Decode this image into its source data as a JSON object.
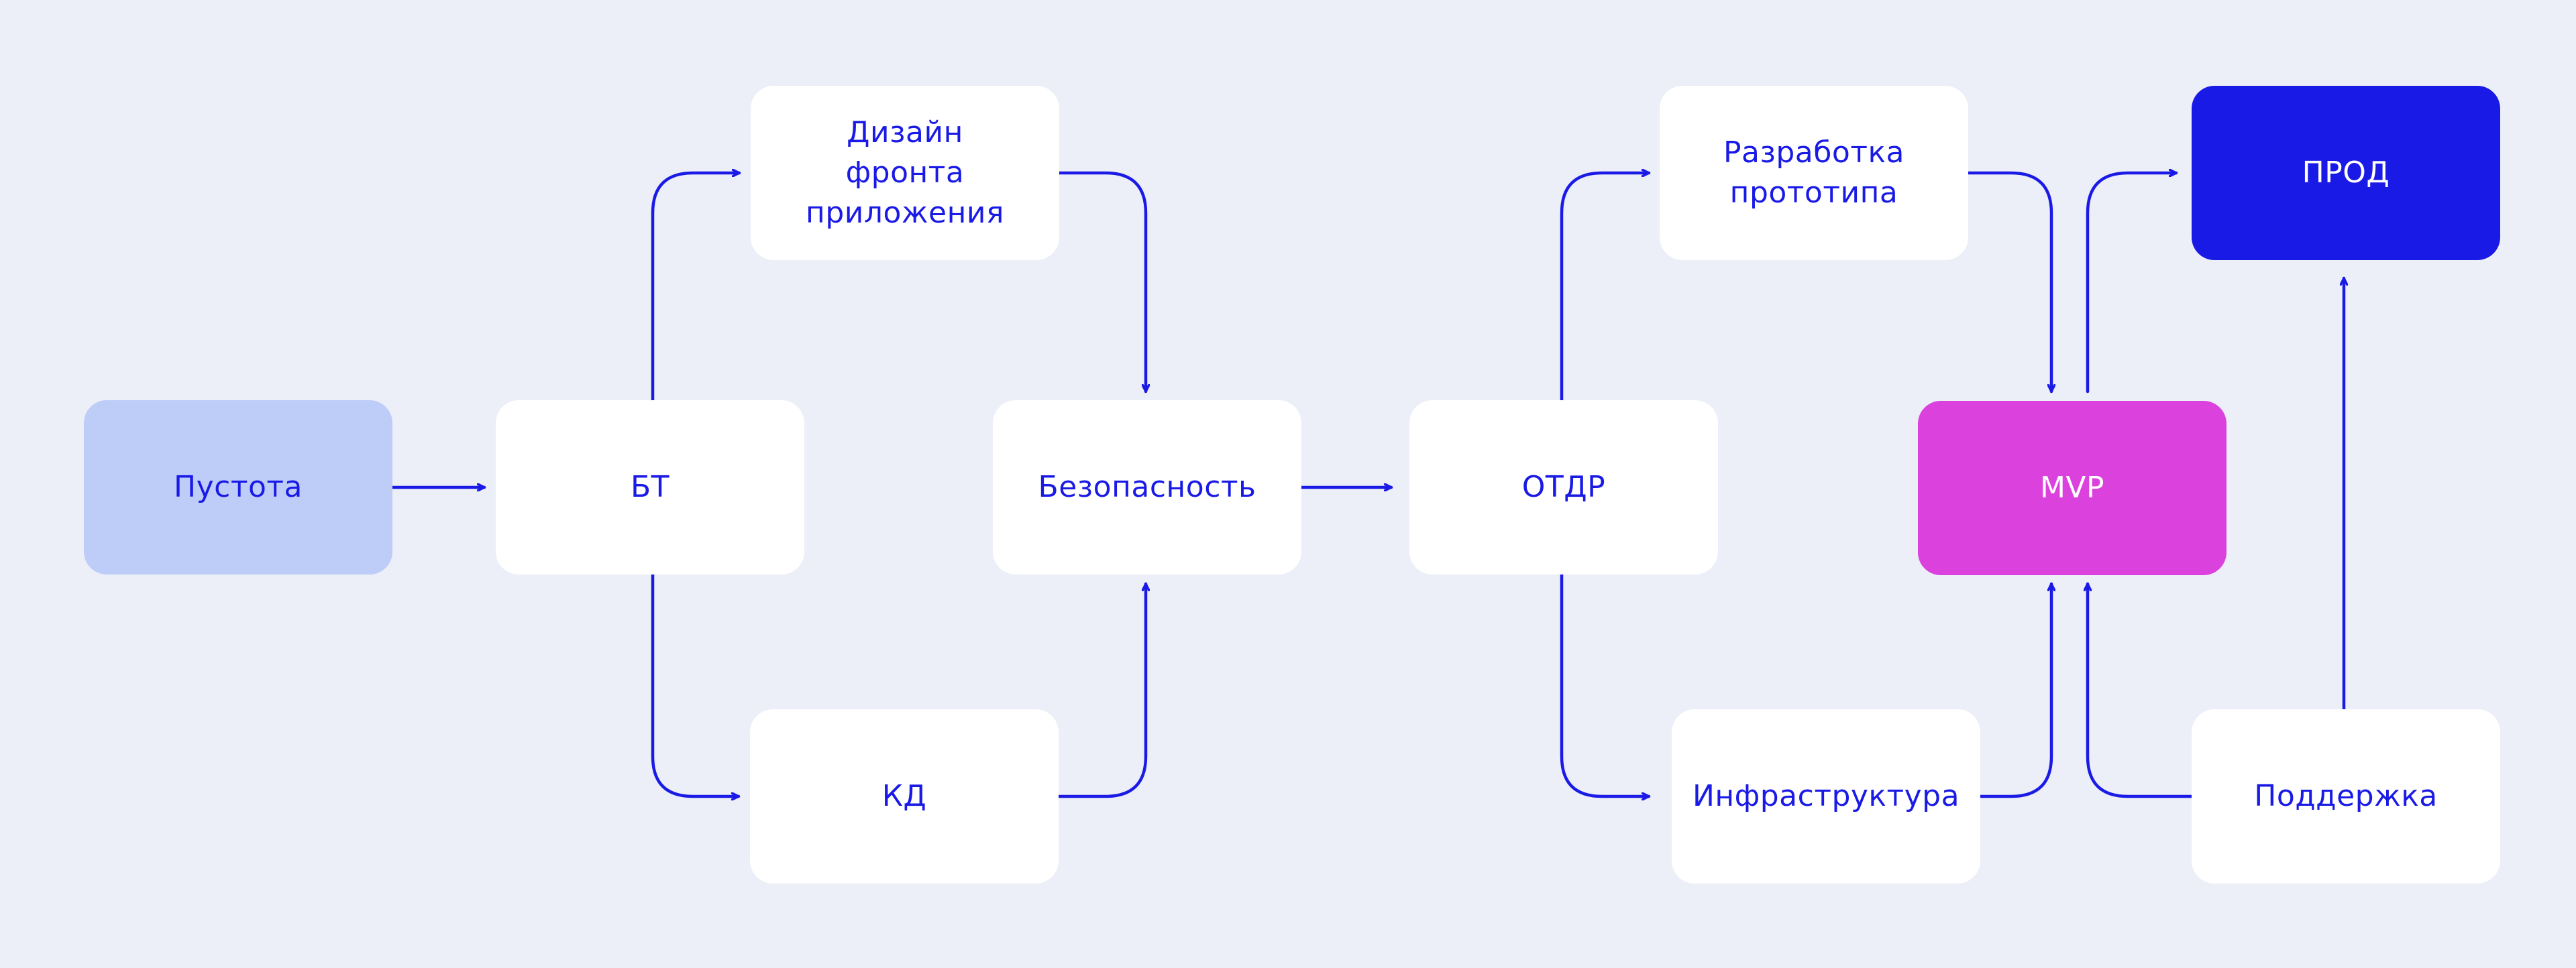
{
  "diagram": {
    "colors": {
      "background": "#ECEEF8",
      "node_fill": "#FFFFFF",
      "start_fill": "#BDCDF8",
      "mvp_fill": "#DB42DD",
      "prod_fill": "#1A1AE6",
      "accent": "#1A1AE6"
    },
    "nodes": {
      "empty": "Пустота",
      "bt": "БТ",
      "design": "Дизайн\nфронта\nприложения",
      "kd": "КД",
      "security": "Безопасность",
      "otdr": "ОТДР",
      "proto": "Разработка\nпрототипа",
      "infra": "Инфраструктура",
      "mvp": "MVP",
      "prod": "ПРОД",
      "support": "Поддержка"
    },
    "edges": [
      {
        "from": "Пустота",
        "to": "БТ"
      },
      {
        "from": "БТ",
        "to": "Дизайн фронта приложения"
      },
      {
        "from": "БТ",
        "to": "КД"
      },
      {
        "from": "Дизайн фронта приложения",
        "to": "Безопасность"
      },
      {
        "from": "КД",
        "to": "Безопасность"
      },
      {
        "from": "Безопасность",
        "to": "ОТДР"
      },
      {
        "from": "ОТДР",
        "to": "Разработка прототипа"
      },
      {
        "from": "ОТДР",
        "to": "Инфраструктура"
      },
      {
        "from": "Разработка прототипа",
        "to": "MVP"
      },
      {
        "from": "Инфраструктура",
        "to": "MVP"
      },
      {
        "from": "Поддержка",
        "to": "MVP"
      },
      {
        "from": "MVP",
        "to": "ПРОД"
      },
      {
        "from": "Поддержка",
        "to": "ПРОД"
      }
    ]
  }
}
